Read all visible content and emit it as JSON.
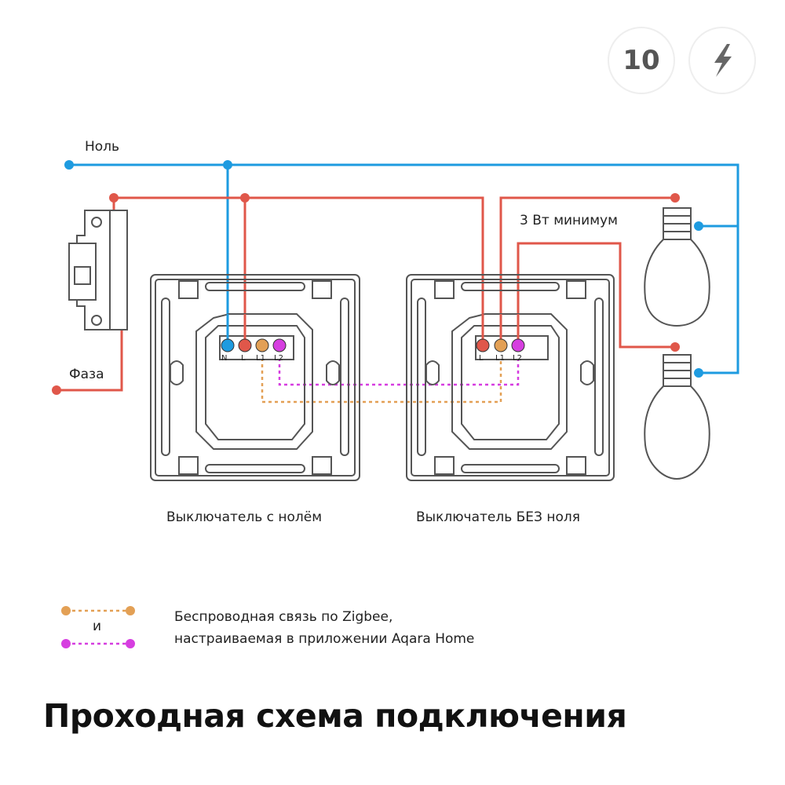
{
  "badges": {
    "number": "10",
    "icon": "lightning-icon"
  },
  "labels": {
    "neutral": "Ноль",
    "phase": "Фаза",
    "min_load": "3 Вт минимум"
  },
  "switch1": {
    "caption": "Выключатель с нолём",
    "terminals": [
      "N",
      "L",
      "L1",
      "L2"
    ]
  },
  "switch2": {
    "caption": "Выключатель БЕЗ ноля",
    "terminals": [
      "L",
      "L1",
      "L2"
    ]
  },
  "legend": {
    "and": "и",
    "line1": "Беспроводная связь по Zigbee,",
    "line2": "настраиваемая в приложении Aqara Home"
  },
  "title": "Проходная схема подключения",
  "colors": {
    "neutral": "#1e9be0",
    "phase": "#e0574a",
    "l1": "#e3a055",
    "l2": "#d63ee0",
    "outline": "#555555"
  }
}
